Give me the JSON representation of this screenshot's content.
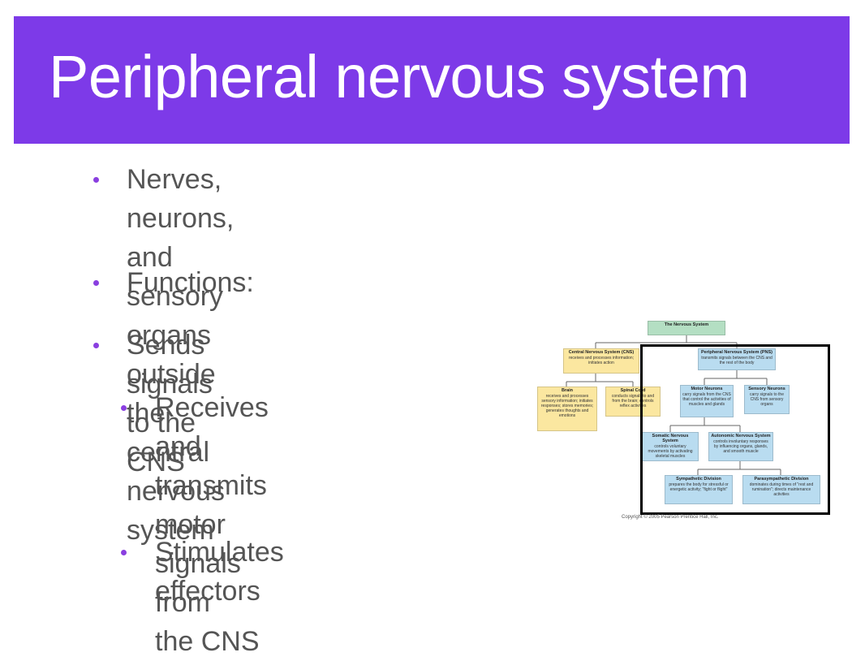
{
  "slide": {
    "title": "Peripheral nervous system",
    "bullets": [
      {
        "line1": "Nerves, neurons, and sensory organs",
        "line2": "outside the central nervous system"
      },
      {
        "line1": "Functions:"
      },
      {
        "line1": "Sends signals to the CNS"
      },
      {
        "line1": "Receives and transmits",
        "line2": "motor signals from",
        "line3": "the CNS"
      },
      {
        "line1": "Stimulates effectors"
      }
    ]
  },
  "diagram": {
    "root": {
      "title": "The Nervous System"
    },
    "cns": {
      "title": "Central Nervous System (CNS)",
      "desc": "receives and processes information; initiates action"
    },
    "pns": {
      "title": "Peripheral Nervous System (PNS)",
      "desc": "transmits signals between the CNS and the rest of the body"
    },
    "brain": {
      "title": "Brain",
      "desc": "receives and processes sensory information; initiates responses; stores memories; generates thoughts and emotions"
    },
    "spinal": {
      "title": "Spinal Cord",
      "desc": "conducts signals to and from the brain; controls reflex activities"
    },
    "motor": {
      "title": "Motor Neurons",
      "desc": "carry signals from the CNS that control the activities of muscles and glands"
    },
    "sensory": {
      "title": "Sensory Neurons",
      "desc": "carry signals to the CNS from sensory organs"
    },
    "somatic": {
      "title": "Somatic Nervous System",
      "desc": "controls voluntary movements by activating skeletal muscles"
    },
    "autonomic": {
      "title": "Autonomic Nervous System",
      "desc": "controls involuntary responses by influencing organs, glands, and smooth muscle"
    },
    "sympathetic": {
      "title": "Sympathetic Division",
      "desc": "prepares the body for stressful or energetic activity; \"fight or flight\""
    },
    "parasympathetic": {
      "title": "Parasympathetic Division",
      "desc": "dominates during times of \"rest and rumination\"; directs maintenance activities"
    },
    "copyright": "Copyright © 2005 Pearson Prentice Hall, Inc."
  },
  "colors": {
    "title_bar": "#7d3ae8",
    "bullet_dot": "#8a3fe0",
    "frame": "#000000"
  }
}
